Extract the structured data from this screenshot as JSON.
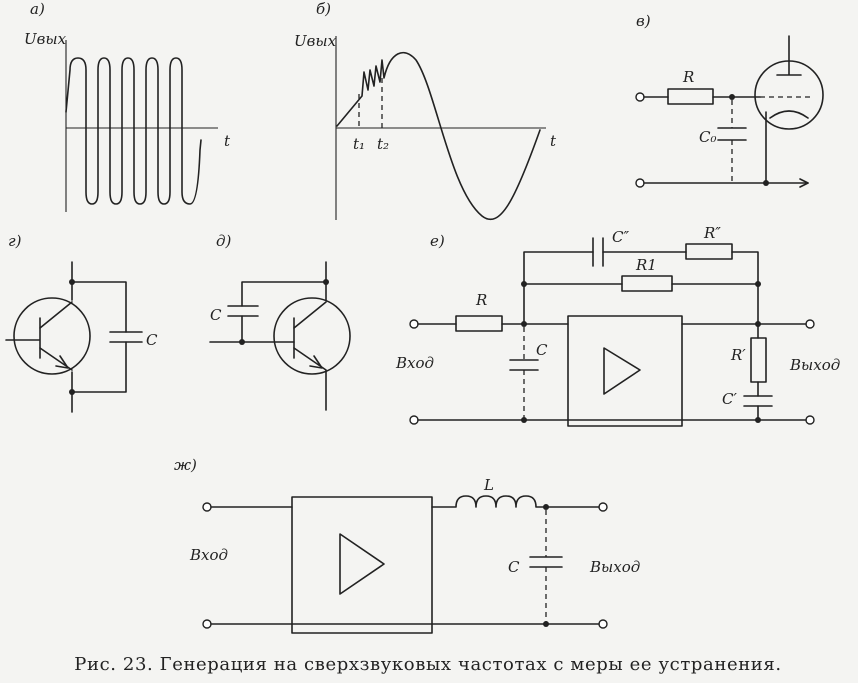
{
  "panels": {
    "a": {
      "letter": "а)",
      "y_axis": "Uвых",
      "x_axis": "t"
    },
    "b": {
      "letter": "б)",
      "y_axis": "Uвых",
      "x_axis": "t",
      "t1": "t₁",
      "t2": "t₂"
    },
    "v": {
      "letter": "в)",
      "resistor": "R",
      "capacitor": "C₀"
    },
    "g": {
      "letter": "г)",
      "capacitor": "C"
    },
    "d": {
      "letter": "д)",
      "capacitor": "C"
    },
    "e": {
      "letter": "е)",
      "input": "Вход",
      "output": "Выход",
      "r_in": "R",
      "c_in": "C",
      "r1": "R1",
      "c_fb": "C″",
      "r_fb": "R″",
      "r_out": "R′",
      "c_out": "C′"
    },
    "zh": {
      "letter": "ж)",
      "input": "Вход",
      "output": "Выход",
      "inductor": "L",
      "capacitor": "C"
    }
  },
  "caption": "Рис. 23. Генерация на сверхзвуковых частотах с меры ее устранения."
}
